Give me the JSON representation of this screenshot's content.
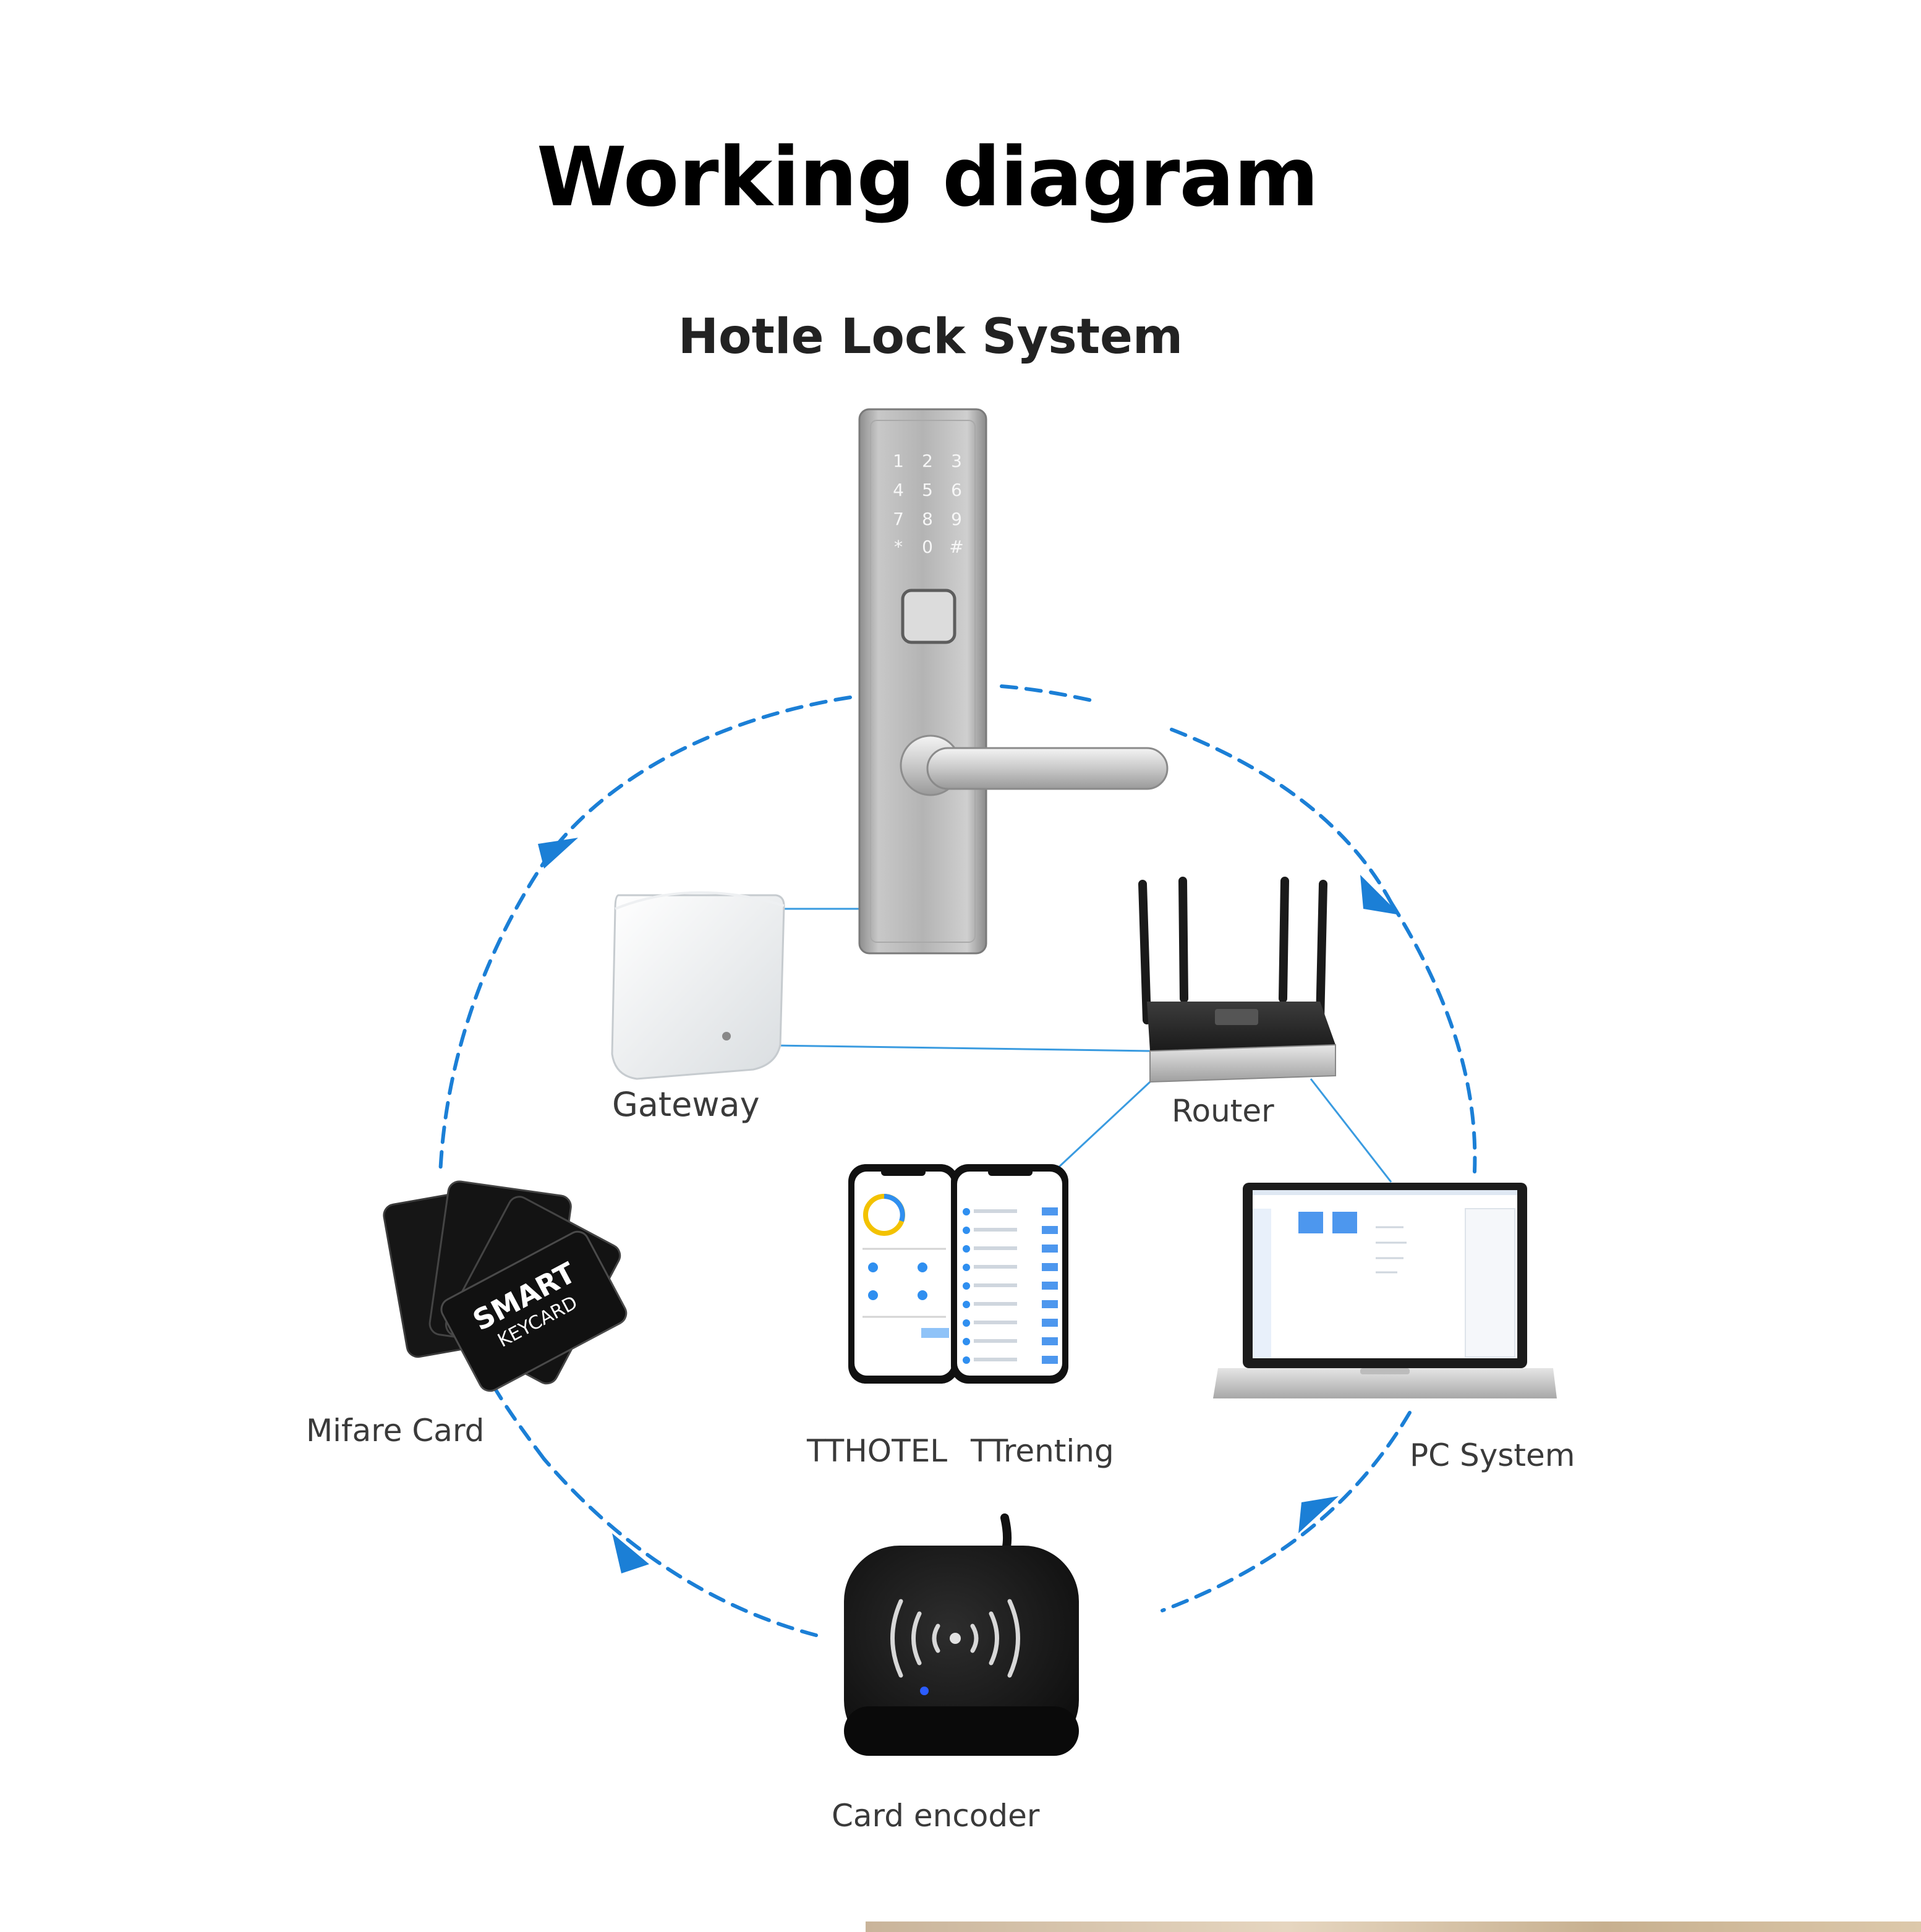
{
  "title": "Working diagram",
  "subtitle": "Hotle Lock System",
  "devices": {
    "gateway": "Gateway",
    "router": "Router",
    "mifare_card": "Mifare Card",
    "tthotel": "TTHOTEL",
    "ttrenting": "TTrenting",
    "pc_system": "PC System",
    "card_encoder": "Card encoder"
  },
  "keypad": [
    "1",
    "2",
    "3",
    "4",
    "5",
    "6",
    "7",
    "8",
    "9",
    "*",
    "0",
    "#"
  ],
  "card_text": {
    "line1": "SMART",
    "line2": "KEYCARD"
  },
  "colors": {
    "cycle_arrows": "#1b7fd6",
    "connector_lines": "#3a9be0",
    "lock_body": "#b9b9b9",
    "encoder_body": "#1b1b1b",
    "encoder_led": "#2b5cff"
  }
}
